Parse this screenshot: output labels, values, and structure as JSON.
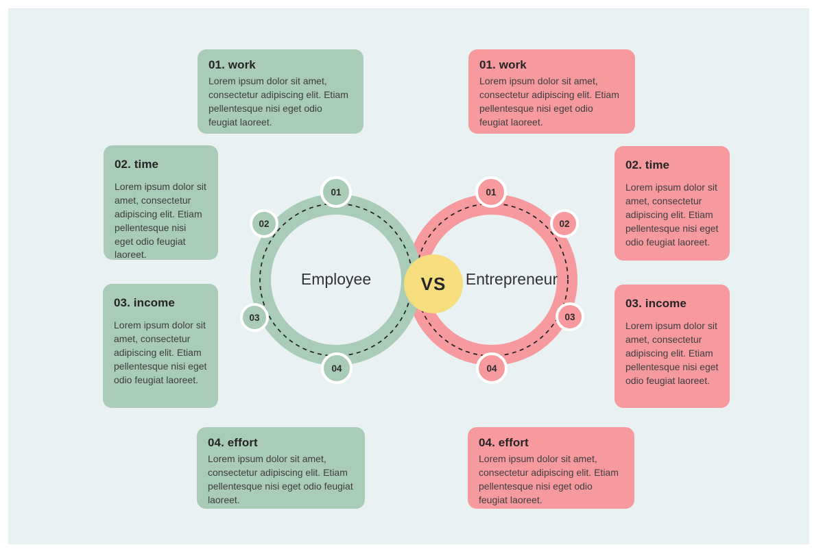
{
  "diagram": {
    "left_circle": {
      "label": "Employee"
    },
    "right_circle": {
      "label": "Entrepreneur"
    },
    "vs_label": "VS",
    "node_labels": [
      "01",
      "02",
      "03",
      "04"
    ]
  },
  "boxes": {
    "left": [
      {
        "title": "01. work",
        "body": "Lorem ipsum dolor sit amet, consectetur adipiscing elit. Etiam pellentesque nisi eget odio feugiat laoreet."
      },
      {
        "title": "02. time",
        "body": "Lorem ipsum dolor sit amet, consectetur adipiscing elit. Etiam pellentesque nisi eget odio feugiat laoreet."
      },
      {
        "title": "03. income",
        "body": "Lorem ipsum dolor sit amet, consectetur adipiscing elit. Etiam pellentesque nisi eget odio feugiat laoreet."
      },
      {
        "title": "04. effort",
        "body": "Lorem ipsum dolor sit amet, consectetur adipiscing elit. Etiam pellentesque nisi eget odio feugiat laoreet."
      }
    ],
    "right": [
      {
        "title": "01. work",
        "body": "Lorem ipsum dolor sit amet, consectetur adipiscing elit. Etiam pellentesque nisi eget odio feugiat laoreet."
      },
      {
        "title": "02. time",
        "body": "Lorem ipsum dolor sit amet, consectetur adipiscing elit. Etiam pellentesque nisi eget odio feugiat laoreet."
      },
      {
        "title": "03. income",
        "body": "Lorem ipsum dolor sit amet, consectetur adipiscing elit. Etiam pellentesque nisi eget odio feugiat laoreet."
      },
      {
        "title": "04. effort",
        "body": "Lorem ipsum dolor sit amet, consectetur adipiscing elit. Etiam pellentesque nisi eget odio feugiat laoreet."
      }
    ]
  },
  "colors": {
    "background": "#ffffff",
    "panel": "#e9f1f3",
    "green": "#a8ccb8",
    "pink": "#f69a9e",
    "yellow": "#f6dd7d",
    "dash": "#1f1f1f",
    "title_text": "#242424",
    "body_text": "#3d3d3d"
  }
}
